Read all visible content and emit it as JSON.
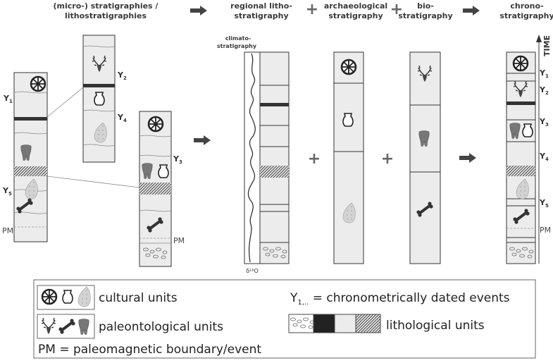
{
  "header": {
    "col1_line1": "(micro-) stratigraphies /",
    "col1_line2": "lithostratigraphies",
    "col2_line1": "regional litho-",
    "col2_line2": "stratigraphy",
    "col3_line1": "archaeological",
    "col3_line2": "stratigraphy",
    "col4_line1": "bio-",
    "col4_line2": "stratigraphy",
    "col5_line1": "chrono-",
    "col5_line2": "stratigraphy",
    "plus": "+"
  },
  "climato": {
    "line1": "climato-",
    "line2": "stratigraphy",
    "isotope": "δ¹⁸O"
  },
  "time_label": "TIME",
  "labels": {
    "y1": "Y",
    "y1_sub": "1",
    "y2": "Y",
    "y2_sub": "2",
    "y3": "Y",
    "y3_sub": "3",
    "y4": "Y",
    "y4_sub": "4",
    "y5": "Y",
    "y5_sub": "5",
    "pm": "PM"
  },
  "legend": {
    "cultural": "cultural units",
    "paleontological": "paleontological units",
    "pm": "PM = paleomagnetic boundary/event",
    "dated_prefix": "Y",
    "dated_sub": "1,..",
    "dated_suffix": " = chronometrically dated events",
    "lithological": "lithological units"
  },
  "icons": [
    "wheel-icon",
    "pot-icon",
    "handaxe-icon",
    "antler-icon",
    "bone-icon",
    "tooth-icon"
  ],
  "colors": {
    "column_fill": "#ececec",
    "dark_layer": "#333333",
    "hatched": "#666666",
    "arrow": "#444444"
  }
}
